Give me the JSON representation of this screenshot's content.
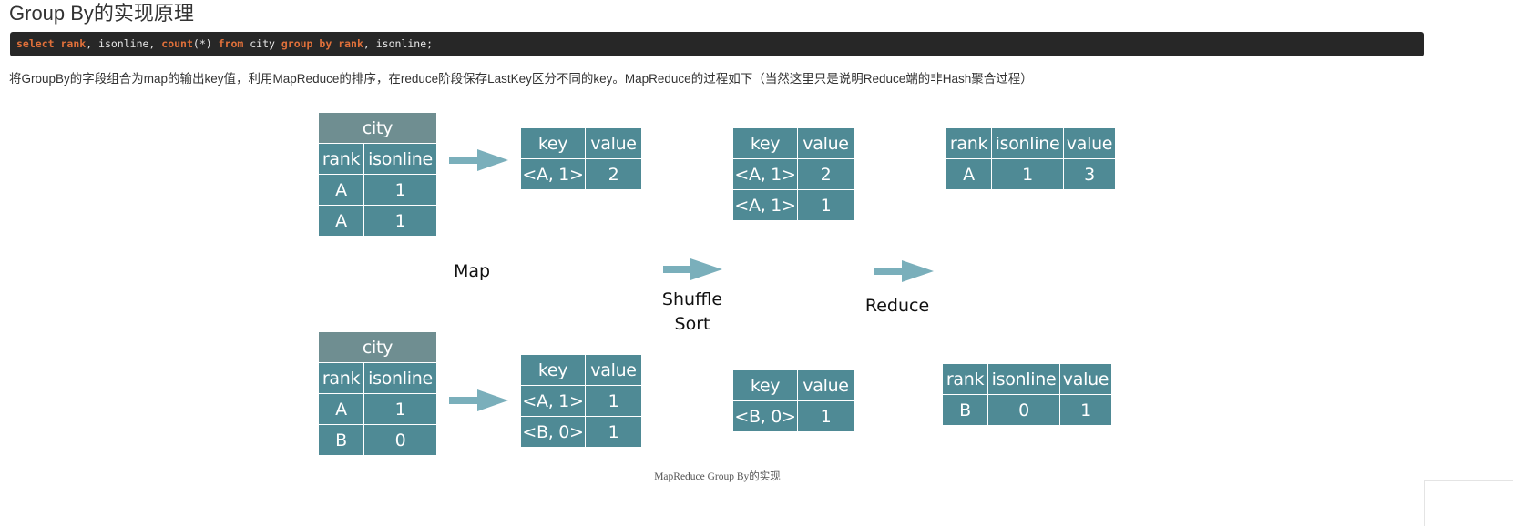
{
  "page_title": "Group By的实现原理",
  "code_tokens": [
    {
      "text": "select",
      "kw": true
    },
    {
      "text": " ",
      "kw": false
    },
    {
      "text": "rank",
      "kw": true
    },
    {
      "text": ", isonline, ",
      "kw": false
    },
    {
      "text": "count",
      "kw": true
    },
    {
      "text": "(*) ",
      "kw": false
    },
    {
      "text": "from",
      "kw": true
    },
    {
      "text": " city ",
      "kw": false
    },
    {
      "text": "group by",
      "kw": true
    },
    {
      "text": " ",
      "kw": false
    },
    {
      "text": "rank",
      "kw": true
    },
    {
      "text": ", isonline;",
      "kw": false
    }
  ],
  "description": "将GroupBy的字段组合为map的输出key值，利用MapReduce的排序，在reduce阶段保存LastKey区分不同的key。MapReduce的过程如下（当然这里只是说明Reduce端的非Hash聚合过程）",
  "diagram": {
    "colors": {
      "cell": "#4f8a95",
      "caption_cell": "#6f8e91",
      "arrow": "#7aafbb"
    },
    "input_tables": [
      {
        "caption": "city",
        "headers": [
          "rank",
          "isonline"
        ],
        "rows": [
          [
            "A",
            "1"
          ],
          [
            "A",
            "1"
          ]
        ]
      },
      {
        "caption": "city",
        "headers": [
          "rank",
          "isonline"
        ],
        "rows": [
          [
            "A",
            "1"
          ],
          [
            "B",
            "0"
          ]
        ]
      }
    ],
    "map_outputs": [
      {
        "headers": [
          "key",
          "value"
        ],
        "rows": [
          [
            "<A, 1>",
            "2"
          ]
        ]
      },
      {
        "headers": [
          "key",
          "value"
        ],
        "rows": [
          [
            "<A, 1>",
            "1"
          ],
          [
            "<B, 0>",
            "1"
          ]
        ]
      }
    ],
    "shuffle_outputs": [
      {
        "headers": [
          "key",
          "value"
        ],
        "rows": [
          [
            "<A, 1>",
            "2"
          ],
          [
            "<A, 1>",
            "1"
          ]
        ]
      },
      {
        "headers": [
          "key",
          "value"
        ],
        "rows": [
          [
            "<B, 0>",
            "1"
          ]
        ]
      }
    ],
    "reduce_outputs": [
      {
        "headers": [
          "rank",
          "isonline",
          "value"
        ],
        "rows": [
          [
            "A",
            "1",
            "3"
          ]
        ]
      },
      {
        "headers": [
          "rank",
          "isonline",
          "value"
        ],
        "rows": [
          [
            "B",
            "0",
            "1"
          ]
        ]
      }
    ],
    "stage_labels": {
      "map": "Map",
      "shuffle_line1": "Shuffle",
      "shuffle_line2": "Sort",
      "reduce": "Reduce"
    }
  },
  "figure_caption": "MapReduce Group By的实现"
}
